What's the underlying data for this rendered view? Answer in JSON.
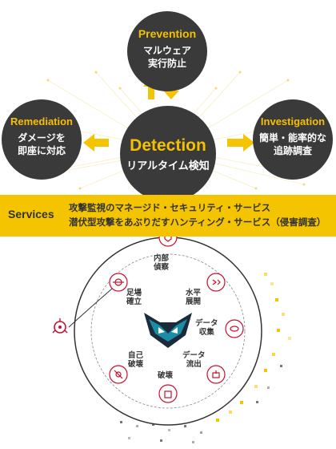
{
  "prevention": {
    "title": "Prevention",
    "line1": "マルウェア",
    "line2": "実行防止"
  },
  "remediation": {
    "title": "Remediation",
    "line1": "ダメージを",
    "line2": "即座に対応"
  },
  "investigation": {
    "title": "Investigation",
    "line1": "簡単・能率的な",
    "line2": "追跡調査"
  },
  "detection": {
    "title": "Detection",
    "subtitle": "リアルタイム検知"
  },
  "services": {
    "label": "Services",
    "line1": "攻撃監視のマネージド・セキュリティ・サービス",
    "line2": "潜伏型攻撃をあぶりだすハンティング・サービス（侵害調査）"
  },
  "lifecycle": {
    "stages": [
      {
        "l1": "内部",
        "l2": "偵察"
      },
      {
        "l1": "水平",
        "l2": "展開"
      },
      {
        "l1": "データ",
        "l2": "収集"
      },
      {
        "l1": "データ",
        "l2": "流出"
      },
      {
        "l1": "破壊",
        "l2": ""
      },
      {
        "l1": "自己",
        "l2": "破壊"
      },
      {
        "l1": "足場",
        "l2": "確立"
      }
    ]
  },
  "colors": {
    "accent": "#f5c400",
    "dark_circle": "#3a3a3a",
    "ring_red": "#c8102e",
    "mascot_teal": "#1b8da6"
  },
  "icons": [
    "arrow-up-icon",
    "arrow-down-icon",
    "arrow-left-icon",
    "arrow-right-icon",
    "wolf-mascot-icon",
    "virus-icon",
    "shield-icon",
    "network-icon",
    "folder-icon",
    "upload-icon",
    "trash-icon",
    "bug-icon"
  ]
}
